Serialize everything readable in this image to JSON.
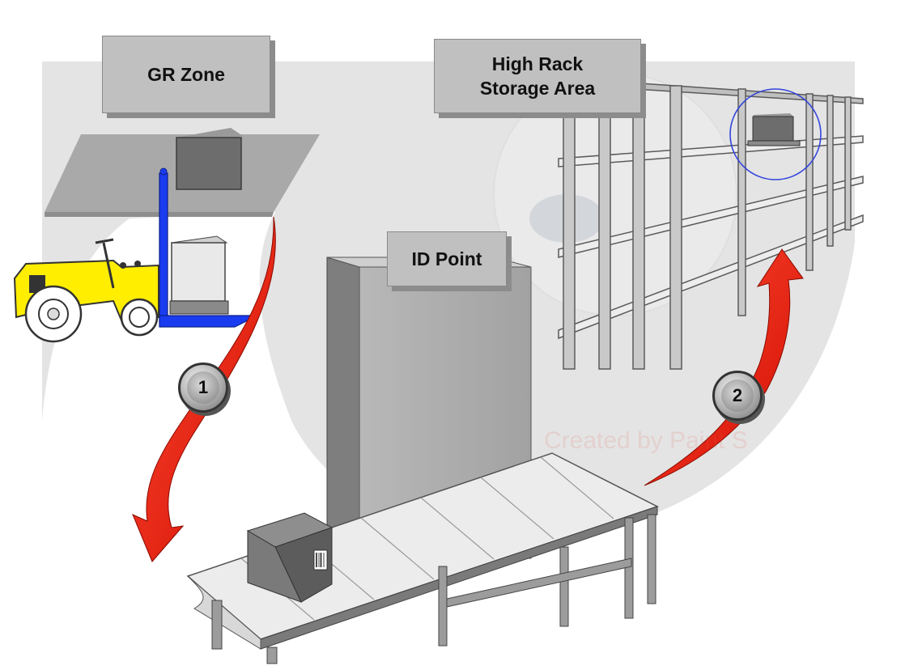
{
  "zones": {
    "gr_zone": "GR Zone",
    "high_rack_line1": "High Rack",
    "high_rack_line2": "Storage Area",
    "id_point": "ID Point"
  },
  "steps": {
    "step1": "1",
    "step2": "2"
  },
  "watermark": "Created by Paint S",
  "colors": {
    "background": "#e5e5e5",
    "arrow_red": "#ee1c0e",
    "forklift_yellow": "#ffee00",
    "forklift_blue": "#1a3cf0",
    "highlight_circle": "#3344dd"
  }
}
